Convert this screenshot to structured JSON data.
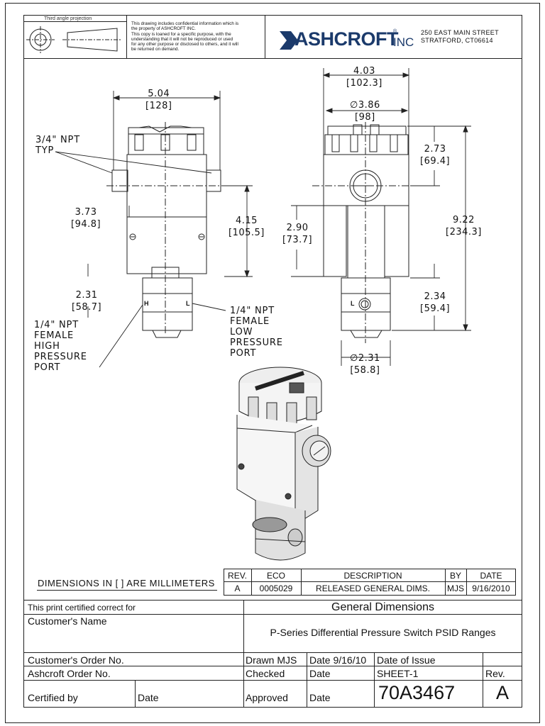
{
  "header": {
    "projection_label": "Third angle projection",
    "confidential_text": [
      "This drawing includes confidential information which is",
      "the property of ASHCROFT INC.",
      "This copy is loaned for a specific purpose, with the",
      "understanding that it will not be reproduced or used",
      "for any other purpose or disclosed to others, and it will",
      "be returned on demand."
    ],
    "brand": "ASHCROFT",
    "brand_suffix": "INC",
    "brand_mark": "®",
    "address_line1": "250 EAST MAIN STREET",
    "address_line2": "STRATFORD, CT06614"
  },
  "dimensions": {
    "width_in": "5.04",
    "width_mm": "[128]",
    "npt_3_4_line1": "3/4\" NPT",
    "npt_3_4_line2": "TYP",
    "h373_in": "3.73",
    "h373_mm": "[94.8]",
    "h415_in": "4.15",
    "h415_mm": "[105.5]",
    "h231_in": "2.31",
    "h231_mm": "[58.7]",
    "low_port": [
      "1/4\" NPT",
      "FEMALE",
      "LOW",
      "PRESSURE",
      "PORT"
    ],
    "high_port": [
      "1/4\" NPT",
      "FEMALE",
      "HIGH",
      "PRESSURE",
      "PORT"
    ],
    "w403_in": "4.03",
    "w403_mm": "[102.3]",
    "d386_in": "∅3.86",
    "d386_mm": "[98]",
    "h273_in": "2.73",
    "h273_mm": "[69.4]",
    "h290_in": "2.90",
    "h290_mm": "[73.7]",
    "h922_in": "9.22",
    "h922_mm": "[234.3]",
    "h234_in": "2.34",
    "h234_mm": "[59.4]",
    "d231_in": "∅2.31",
    "d231_mm": "[58.8]",
    "h_marker": "H",
    "l_marker": "L"
  },
  "units_note": "DIMENSIONS IN [ ] ARE MILLIMETERS",
  "revision_table": {
    "headers": [
      "REV.",
      "ECO",
      "DESCRIPTION",
      "BY",
      "DATE"
    ],
    "row": [
      "A",
      "0005029",
      "RELEASED GENERAL DIMS.",
      "MJS",
      "9/16/2010"
    ]
  },
  "title_block": {
    "certified_label": "This print certified correct for",
    "customer_name": "Customer's Name",
    "title": "General Dimensions",
    "subtitle": "P-Series Differential Pressure Switch PSID Ranges",
    "customer_order": "Customer's Order No.",
    "ashcroft_order": "Ashcroft  Order No.",
    "certified_by": "Certified by",
    "date_label": "Date",
    "drawn": "Drawn MJS",
    "drawn_date": "Date 9/16/10",
    "date_of_issue": "Date  of Issue",
    "checked": "Checked",
    "checked_date": "Date",
    "sheet": "SHEET-1",
    "rev_label": "Rev.",
    "approved": "Approved",
    "approved_date": "Date",
    "drawing_number": "70A3467",
    "revision": "A"
  }
}
